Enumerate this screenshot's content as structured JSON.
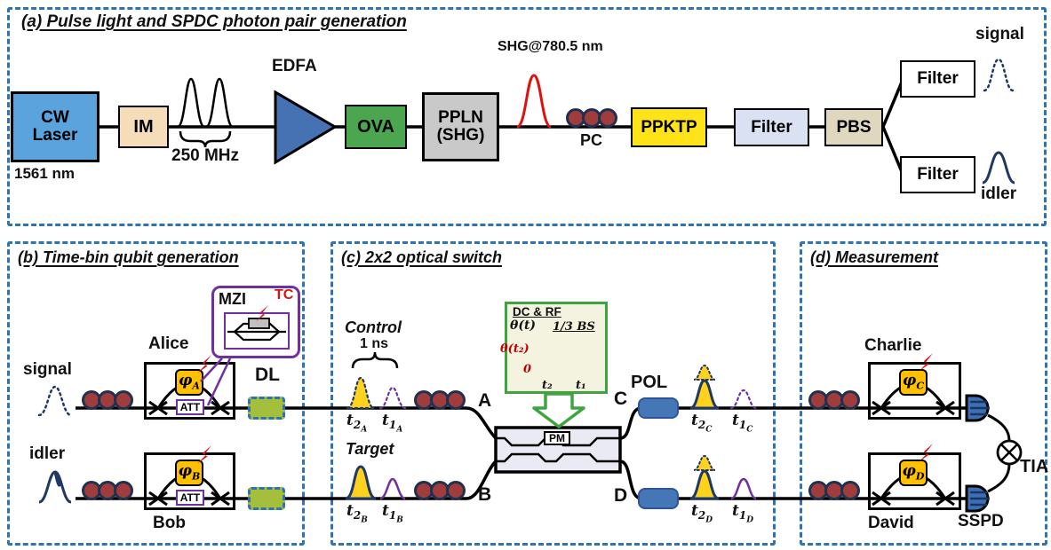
{
  "colors": {
    "panel_border": "#2E74B5",
    "cw_laser_fill": "#5BA3DC",
    "im_fill": "#F5DDBA",
    "edfa_fill": "#4671B3",
    "ova_fill": "#4CA64F",
    "ppln_fill": "#C9C9C9",
    "ppktp_fill": "#FFE319",
    "filter_fill": "#D9E1F2",
    "pbs_fill": "#DFD8BE",
    "dl_fill": "#A3BF3B",
    "phase_shifter_fill": "#FFC000",
    "pol_fill": "#4577B7",
    "sspd_fill": "#3E6FB5",
    "pc_fill": "#A03C3C",
    "navy_pulse": "#1F3864",
    "purple": "#7030A0",
    "red": "#E01010",
    "yellow_pulse_fill": "#FFD21F",
    "inset_bg": "#F3F3DF",
    "inset_border": "#3FA43F",
    "switch_fill": "#EAEAF4"
  },
  "panel_a": {
    "title": "(a) Pulse light and SPDC photon pair generation",
    "cw_laser": "CW Laser",
    "wavelength": "1561 nm",
    "im": "IM",
    "rep_rate": "250 MHz",
    "edfa": "EDFA",
    "ova": "OVA",
    "ppln": "PPLN (SHG)",
    "shg_label": "SHG@780.5 nm",
    "pc": "PC",
    "ppktp": "PPKTP",
    "filter": "Filter",
    "pbs": "PBS",
    "filter_signal": "Filter",
    "filter_idler": "Filter",
    "signal": "signal",
    "idler": "idler"
  },
  "panel_b": {
    "title": "(b) Time-bin qubit generation",
    "mzi": "MZI",
    "tc": "TC",
    "alice": "Alice",
    "bob": "Bob",
    "signal": "signal",
    "idler": "idler",
    "dl": "DL",
    "att": "ATT",
    "phi_a": {
      "base": "φ",
      "sub": "A"
    },
    "phi_b": {
      "base": "φ",
      "sub": "B"
    }
  },
  "panel_c": {
    "title": "(c) 2x2 optical switch",
    "control": "Control",
    "pulse_width": "1 ns",
    "target": "Target",
    "ports": {
      "a": "A",
      "b": "B",
      "c": "C",
      "d": "D"
    },
    "pm": "PM",
    "pol": "POL",
    "inset": {
      "title": "DC & RF",
      "y_label": "θ(t)",
      "step_level": "θ(t₂)",
      "annotation": "1/3 BS",
      "zero": "0",
      "x_tick_left": "t₂",
      "x_tick_right": "t₁"
    },
    "t_labels": {
      "t2a": {
        "base": "t",
        "sub": "2",
        "subsub": "A"
      },
      "t1a": {
        "base": "t",
        "sub": "1",
        "subsub": "A"
      },
      "t2b": {
        "base": "t",
        "sub": "2",
        "subsub": "B"
      },
      "t1b": {
        "base": "t",
        "sub": "1",
        "subsub": "B"
      },
      "t2c": {
        "base": "t",
        "sub": "2",
        "subsub": "C"
      },
      "t1c": {
        "base": "t",
        "sub": "1",
        "subsub": "C"
      },
      "t2d": {
        "base": "t",
        "sub": "2",
        "subsub": "D"
      },
      "t1d": {
        "base": "t",
        "sub": "1",
        "subsub": "D"
      }
    }
  },
  "panel_d": {
    "title": "(d) Measurement",
    "charlie": "Charlie",
    "david": "David",
    "sspd": "SSPD",
    "tia": "TIA",
    "phi_c": {
      "base": "φ",
      "sub": "C"
    },
    "phi_d": {
      "base": "φ",
      "sub": "D"
    }
  }
}
